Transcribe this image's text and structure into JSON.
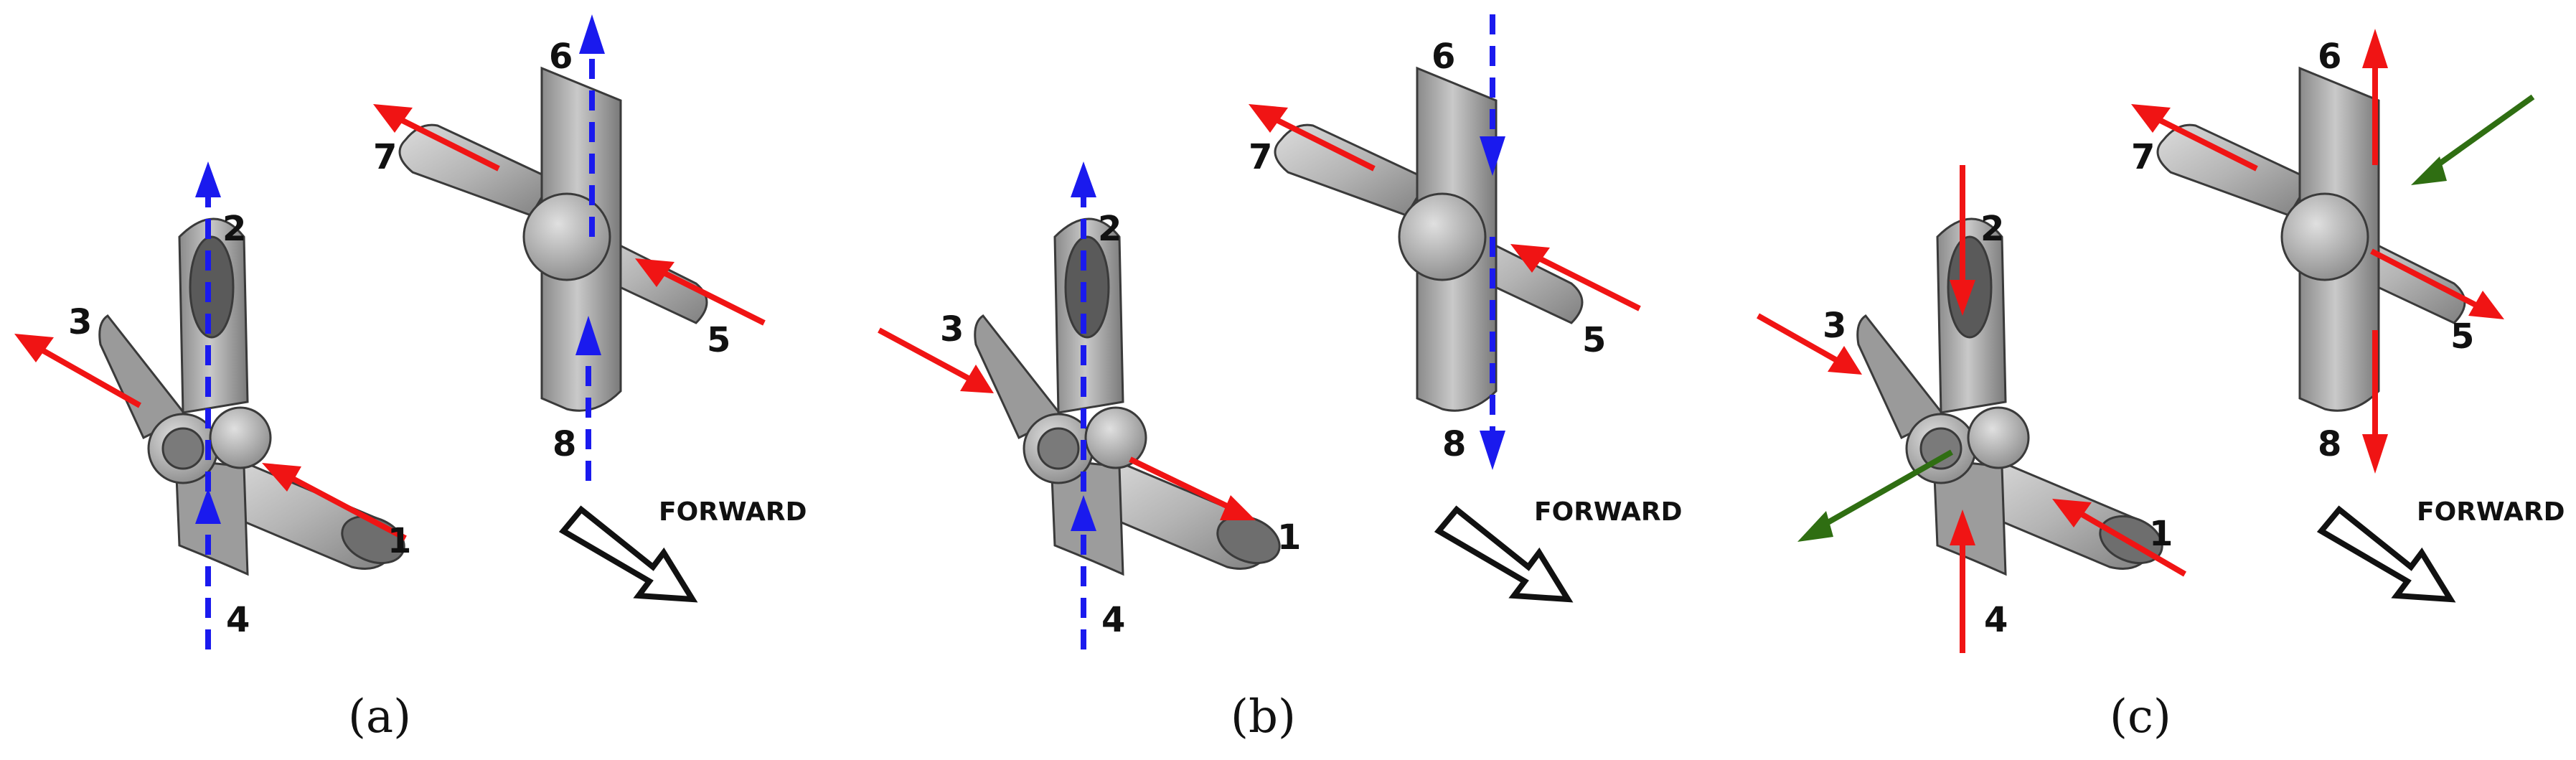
{
  "colors": {
    "red": "#f01414",
    "blue": "#1a1aee",
    "green": "#2f6e12",
    "body_light": "#c8c8c8",
    "body_mid": "#a7a7a7",
    "body_dark": "#6e6e6e",
    "outline": "#3a3a3a"
  },
  "icons": [
    "forward-arrow-icon",
    "thrust-arrow-icon",
    "thruster-tube-icon"
  ],
  "panels": [
    {
      "caption": "(a)",
      "labels": {
        "n1": "1",
        "n2": "2",
        "n3": "3",
        "n4": "4",
        "n5": "5",
        "n6": "6",
        "n7": "7",
        "n8": "8"
      },
      "forward": "FORWARD"
    },
    {
      "caption": "(b)",
      "labels": {
        "n1": "1",
        "n2": "2",
        "n3": "3",
        "n4": "4",
        "n5": "5",
        "n6": "6",
        "n7": "7",
        "n8": "8"
      },
      "forward": "FORWARD"
    },
    {
      "caption": "(c)",
      "labels": {
        "n1": "1",
        "n2": "2",
        "n3": "3",
        "n4": "4",
        "n5": "5",
        "n6": "6",
        "n7": "7",
        "n8": "8"
      },
      "forward": "FORWARD"
    }
  ]
}
